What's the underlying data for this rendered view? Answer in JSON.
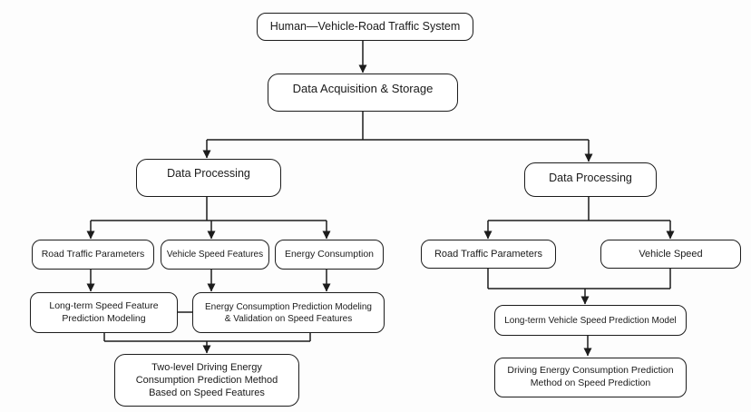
{
  "colors": {
    "line": "#1c1c1c",
    "box_background": "#ffffff",
    "page_background": "#fdfdfd",
    "text": "#1a1a1a"
  },
  "nodes": {
    "traffic_system": {
      "label": "Human—Vehicle-Road Traffic System"
    },
    "data_acquisition": {
      "label": "Data Acquisition & Storage"
    },
    "data_processing_left": {
      "label": "Data Processing"
    },
    "data_processing_right": {
      "label": "Data Processing"
    },
    "road_traffic_params_left": {
      "label": "Road Traffic Parameters"
    },
    "vehicle_speed_features": {
      "label": "Vehicle Speed Features"
    },
    "energy_consumption": {
      "label": "Energy Consumption"
    },
    "long_term_speed_feature": {
      "label": "Long-term Speed Feature\nPrediction Modeling"
    },
    "energy_prediction_modeling": {
      "label": "Energy Consumption Prediction Modeling\n& Validation on Speed Features"
    },
    "two_level_method": {
      "label": "Two-level Driving Energy\nConsumption Prediction Method\nBased on Speed Features"
    },
    "road_traffic_params_right": {
      "label": "Road Traffic Parameters"
    },
    "vehicle_speed": {
      "label": "Vehicle Speed"
    },
    "long_term_vehicle_speed": {
      "label": "Long-term Vehicle Speed Prediction Model"
    },
    "driving_energy_method": {
      "label": "Driving Energy Consumption Prediction\nMethod on Speed Prediction"
    }
  }
}
